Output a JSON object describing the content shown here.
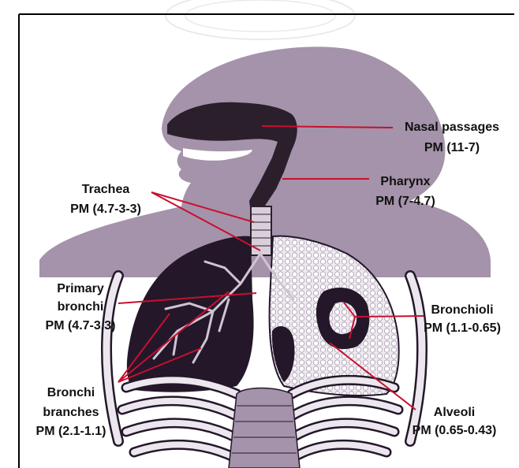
{
  "labels": {
    "nasal": {
      "name": "Nasal passages",
      "range": "PM (11-7)"
    },
    "pharynx": {
      "name": "Pharynx",
      "range": "PM (7-4.7)"
    },
    "trachea": {
      "name": "Trachea",
      "range": "PM (4.7-3-3)"
    },
    "primary": {
      "name_line1": "Primary",
      "name_line2": "bronchi",
      "range": "PM (4.7-3.3)"
    },
    "bronchioli": {
      "name": "Bronchioli",
      "range": "PM (1.1-0.65)"
    },
    "branches": {
      "name_line1": "Bronchi",
      "name_line2": "branches",
      "range": "PM (2.1-1.1)"
    },
    "alveoli": {
      "name": "Alveoli",
      "range": "PM (0.65-0.43)"
    }
  },
  "colors": {
    "silhouette": "#a493aa",
    "airway": "#2c1f2c",
    "lung_dark": "#24172a",
    "alveoli_fill": "#e6dde8",
    "ribs": "#ece7ee",
    "pointer": "#c8102e",
    "text": "#111111",
    "watermark": "#d6d6d6"
  }
}
